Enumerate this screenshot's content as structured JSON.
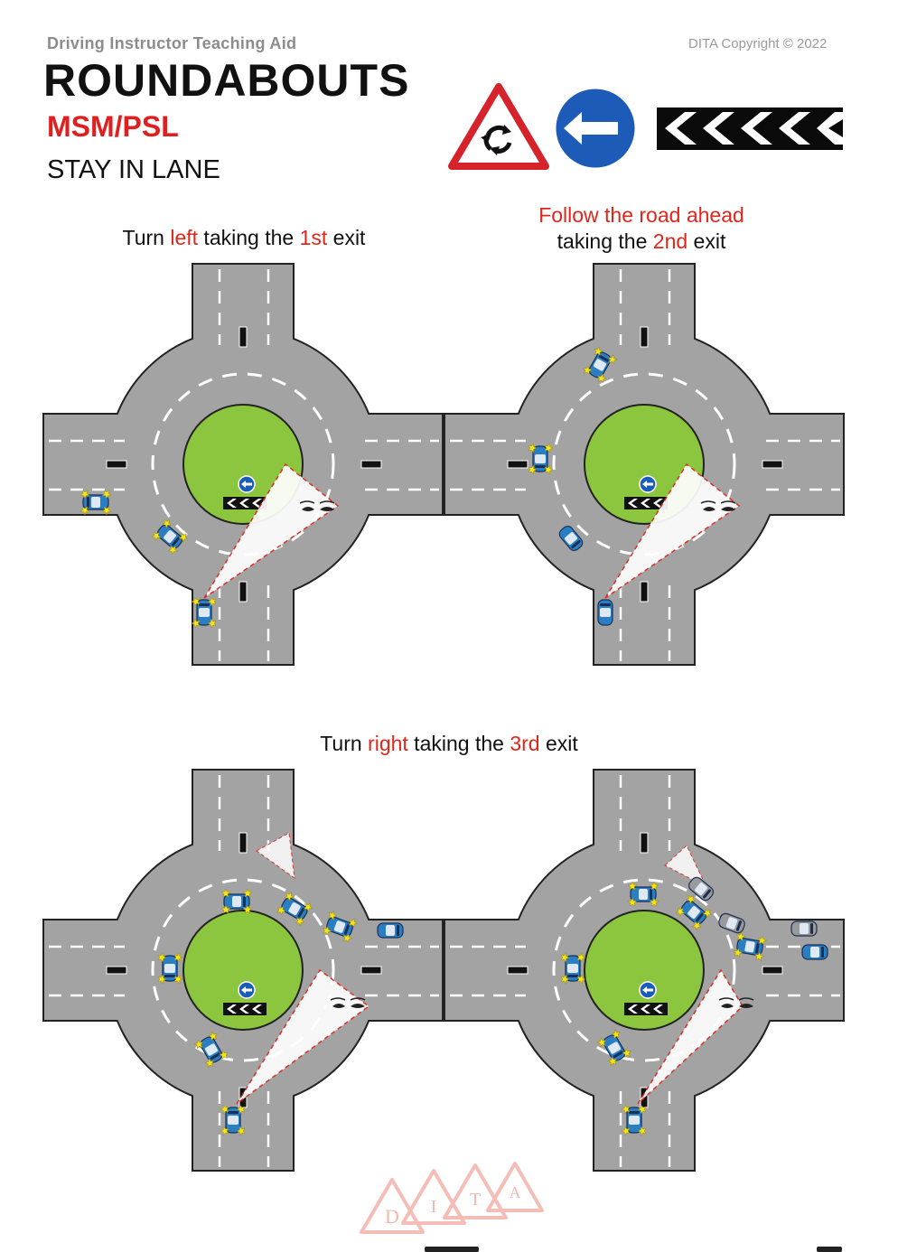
{
  "header": {
    "subtitle": "Driving Instructor Teaching Aid",
    "copyright": "DITA Copyright © 2022",
    "title": "ROUNDABOUTS",
    "msm": "MSM/PSL",
    "stay": "STAY IN LANE"
  },
  "signs": [
    {
      "name": "roundabout-warning-sign"
    },
    {
      "name": "keep-left-sign"
    },
    {
      "name": "chevron-board-sign"
    }
  ],
  "captions": {
    "left": {
      "pre": "Turn ",
      "dir": "left",
      "mid": " taking the ",
      "ord": "1st",
      "post": " exit"
    },
    "ahead": {
      "line1": "Follow the road ahead",
      "pre": "taking the ",
      "ord": "2nd",
      "post": " exit"
    },
    "right": {
      "pre": "Turn ",
      "dir": "right",
      "mid": " taking the ",
      "ord": "3rd",
      "post": " exit"
    }
  },
  "logo": {
    "letters": [
      "D",
      "I",
      "T",
      "A"
    ]
  },
  "colors": {
    "accent_red": "#e0261b",
    "road": "#a3a3a3",
    "island": "#8cc63f",
    "car": "#2a7fc4",
    "sign_blue": "#1c5bb8"
  }
}
